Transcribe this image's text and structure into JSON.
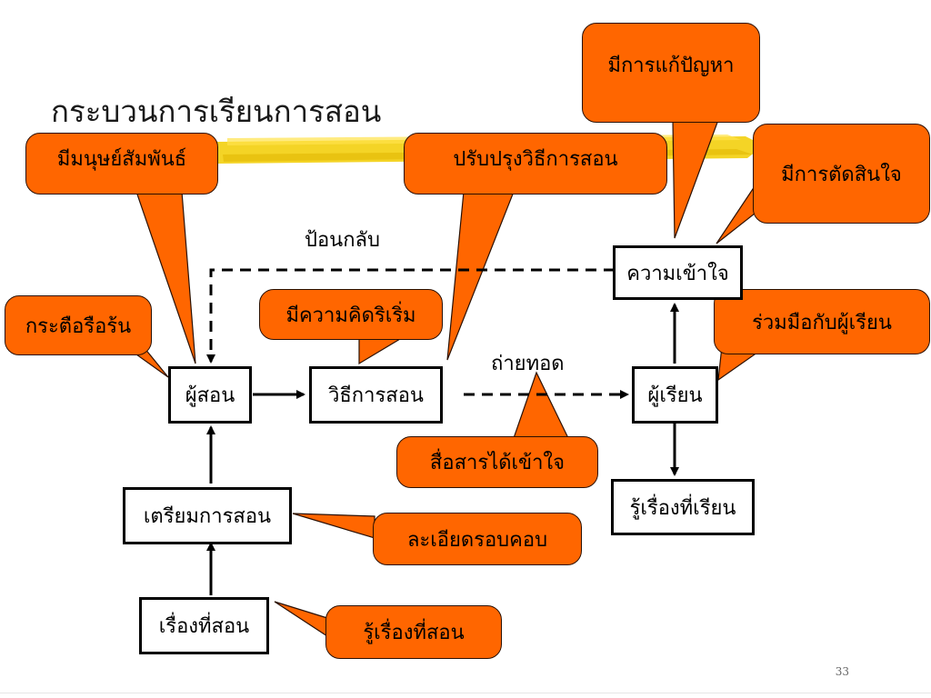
{
  "slide": {
    "title": "กระบวนการเรียนการสอน",
    "page_number": "33"
  },
  "colors": {
    "callout_fill": "#ff6600",
    "highlight_brush": "#f2cc00",
    "box_border": "#000000"
  },
  "nodes": {
    "teacher": "ผู้สอน",
    "teaching_method": "วิธีการสอน",
    "learner": "ผู้เรียน",
    "understanding": "ความเข้าใจ",
    "know_learning": "รู้เรื่องที่เรียน",
    "teaching_prep": "เตรียมการสอน",
    "teaching_topic": "เรื่องที่สอน"
  },
  "edge_labels": {
    "feedback": "ป้อนกลับ",
    "transfer": "ถ่ายทอด"
  },
  "callouts": {
    "problem_solving": "มีการแก้ปัญหา",
    "decision_making": "มีการตัดสินใจ",
    "human_relations": "มีมนุษย์สัมพันธ์",
    "improve_methods": "ปรับปรุงวิธีการสอน",
    "enthusiastic": "กระตือรือร้น",
    "creative": "มีความคิดริเริ่ม",
    "cooperate": "ร่วมมือกับผู้เรียน",
    "communicate": "สื่อสารได้เข้าใจ",
    "thorough": "ละเอียดรอบคอบ",
    "know_topic": "รู้เรื่องที่สอน"
  }
}
